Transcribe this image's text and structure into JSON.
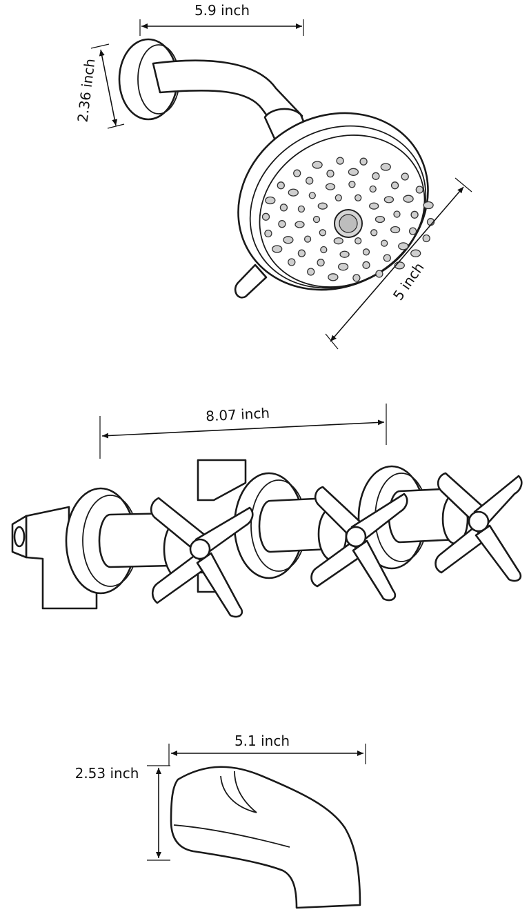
{
  "showerhead": {
    "arm_width_label": "5.9 inch",
    "flange_height_label": "2.36 inch",
    "head_diameter_label": "5 inch"
  },
  "valve": {
    "width_label": "8.07 inch"
  },
  "spout": {
    "length_label": "5.1 inch",
    "height_label": "2.53 inch"
  },
  "colors": {
    "line": "#1a1a1a",
    "background": "#ffffff",
    "nozzle_fill": "#cfcfcf"
  }
}
